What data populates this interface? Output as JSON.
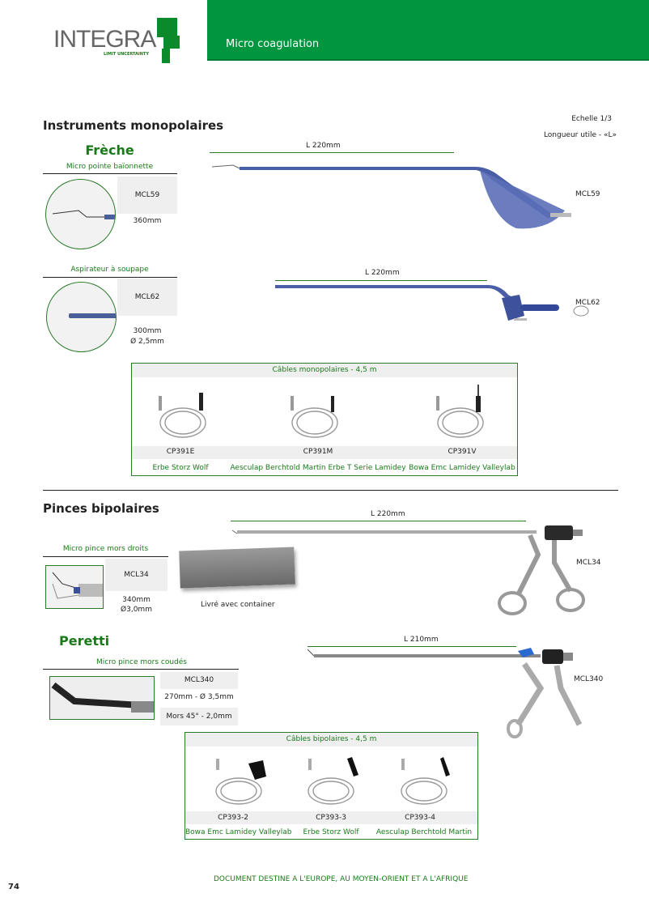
{
  "header": {
    "logo": "INTEGRA",
    "tagline": "LIMIT UNCERTAINTY",
    "section": "Micro coagulation",
    "green": "#00963f"
  },
  "mono": {
    "title": "Instruments monopolaires",
    "scale": "Echelle 1/3",
    "useful_length": "Longueur utile - «L»",
    "brand": "Frèche",
    "items": [
      {
        "subtitle": "Micro pointe baïonnette",
        "ref": "MCL59",
        "spec1": "360mm",
        "spec2": "",
        "length": "L 220mm",
        "label": "MCL59"
      },
      {
        "subtitle": "Aspirateur à soupape",
        "ref": "MCL62",
        "spec1": "300mm",
        "spec2": "Ø 2,5mm",
        "length": "L 220mm",
        "label": "MCL62"
      }
    ],
    "cables": {
      "title": "Câbles monopolaires - 4,5 m",
      "items": [
        {
          "ref": "CP391E",
          "brands": "Erbe Storz Wolf"
        },
        {
          "ref": "CP391M",
          "brands": "Aesculap Berchtold Martin Erbe T Serie Lamidey"
        },
        {
          "ref": "CP391V",
          "brands": "Bowa Emc Lamidey Valleylab"
        }
      ]
    }
  },
  "bi": {
    "title": "Pinces bipolaires",
    "item1": {
      "subtitle": "Micro pince mors droits",
      "ref": "MCL34",
      "spec1": "340mm",
      "spec2": "Ø3,0mm",
      "container": "Livré avec container",
      "length": "L 220mm",
      "label": "MCL34"
    },
    "brand": "Peretti",
    "item2": {
      "subtitle": "Micro pince mors coudés",
      "ref": "MCL340",
      "spec1": "270mm - Ø 3,5mm",
      "spec2": "Mors 45° - 2,0mm",
      "length": "L 210mm",
      "label": "MCL340"
    },
    "cables": {
      "title": "Câbles bipolaires - 4,5 m",
      "items": [
        {
          "ref": "CP393-2",
          "brands": "Bowa Emc Lamidey Valleylab"
        },
        {
          "ref": "CP393-3",
          "brands": "Erbe Storz Wolf"
        },
        {
          "ref": "CP393-4",
          "brands": "Aesculap Berchtold Martin"
        }
      ]
    }
  },
  "footer": {
    "page": "74",
    "notice": "DOCUMENT DESTINE A L'EUROPE, AU MOYEN-ORIENT ET A L'AFRIQUE"
  }
}
